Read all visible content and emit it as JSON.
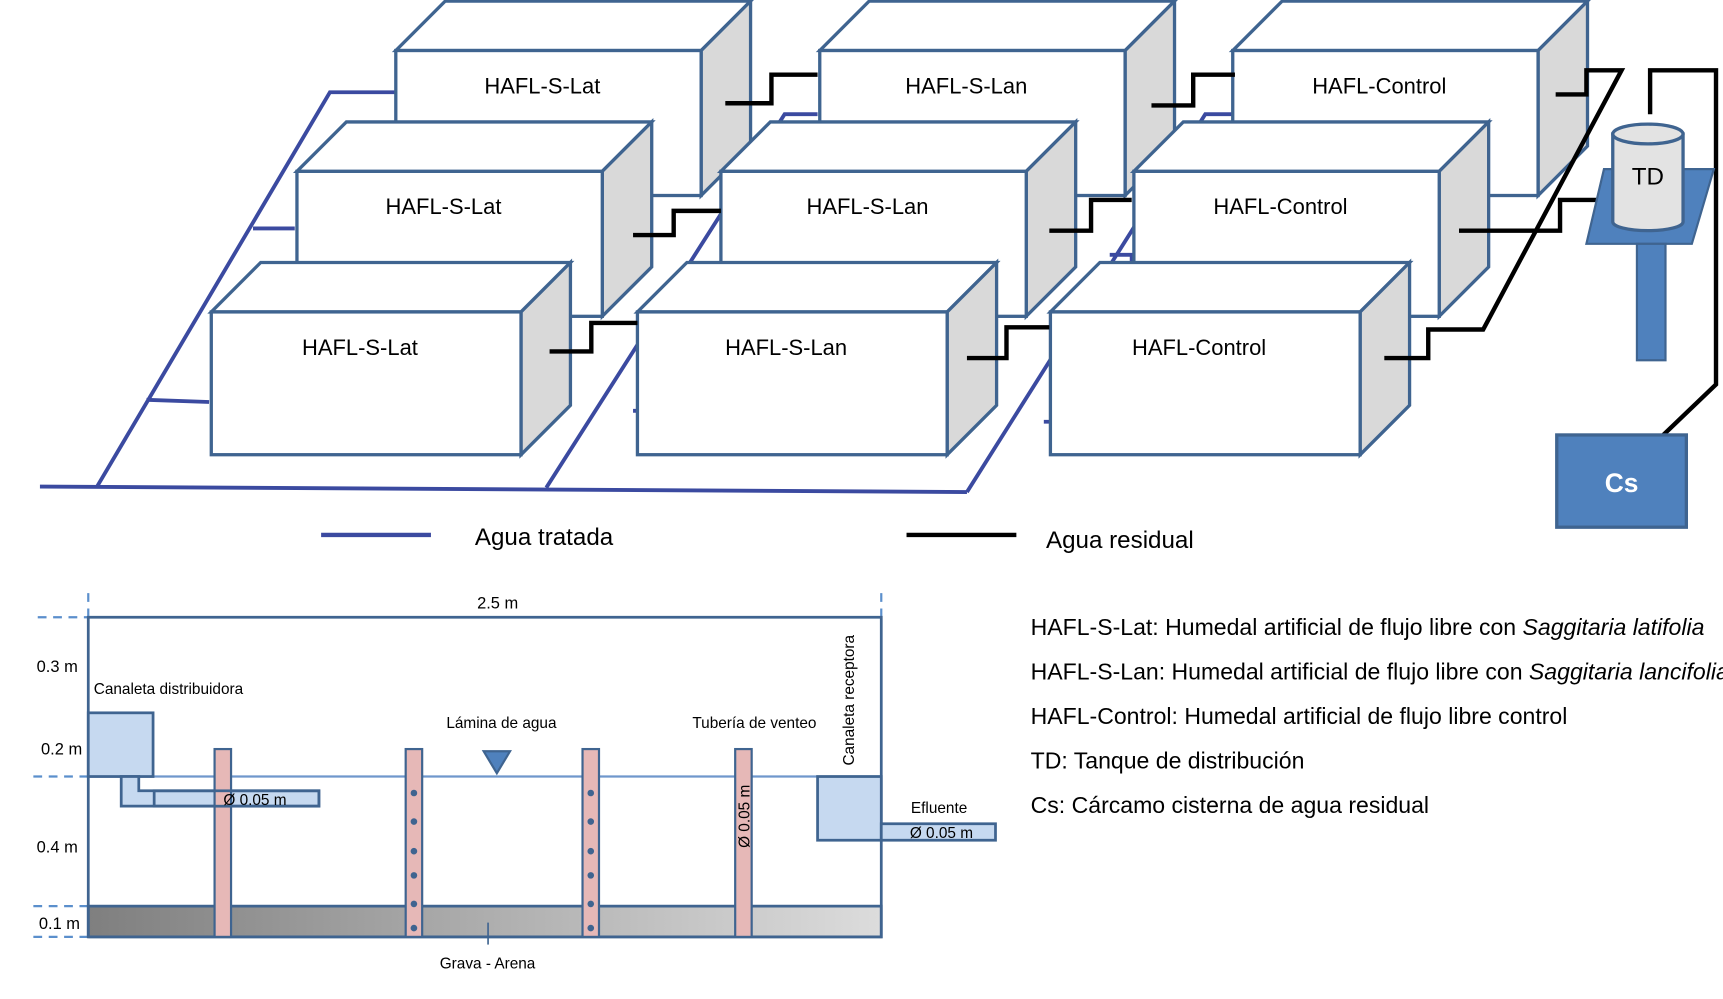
{
  "plan": {
    "units": [
      {
        "row": "back",
        "col": 1,
        "label": "HAFL-S-Lat"
      },
      {
        "row": "back",
        "col": 2,
        "label": "HAFL-S-Lan"
      },
      {
        "row": "back",
        "col": 3,
        "label": "HAFL-Control"
      },
      {
        "row": "middle",
        "col": 1,
        "label": "HAFL-S-Lat"
      },
      {
        "row": "middle",
        "col": 2,
        "label": "HAFL-S-Lan"
      },
      {
        "row": "middle",
        "col": 3,
        "label": "HAFL-Control"
      },
      {
        "row": "front",
        "col": 1,
        "label": "HAFL-S-Lat"
      },
      {
        "row": "front",
        "col": 2,
        "label": "HAFL-S-Lan"
      },
      {
        "row": "front",
        "col": 3,
        "label": "HAFL-Control"
      }
    ],
    "tank_label": "TD",
    "cistern_label": "Cs",
    "legend": {
      "treated": {
        "label": "Agua tratada",
        "color": "#3b4aa0"
      },
      "waste": {
        "label": "Agua residual",
        "color": "#000000"
      }
    }
  },
  "section": {
    "length_label": "2.5 m",
    "heights": [
      "0.3 m",
      "0.2 m",
      "0.4 m",
      "0.1 m"
    ],
    "inlet_channel_label": "Canaleta distribuidora",
    "inlet_pipe_label": "Ø 0.05 m",
    "water_surface_label": "Lámina de agua",
    "vent_pipe_label": "Tubería de venteo",
    "vent_pipe_diameter_label": "Ø 0.05 m",
    "outlet_channel_label": "Canaleta receptora",
    "effluent_label": "Efluente",
    "effluent_pipe_label": "Ø 0.05 m",
    "substrate_label": "Grava - Arena"
  },
  "definitions": [
    {
      "term": "HAFL-S-Lat",
      "text": ": Humedal artificial de flujo libre con ",
      "species": "Saggitaria latifolia"
    },
    {
      "term": "HAFL-S-Lan",
      "text": ": Humedal artificial de flujo libre con ",
      "species": "Saggitaria lancifolia"
    },
    {
      "term": "HAFL-Control",
      "text": ": Humedal artificial de flujo libre control",
      "species": ""
    },
    {
      "term": "TD",
      "text": ": Tanque de distribución",
      "species": ""
    },
    {
      "term": "Cs",
      "text": ": Cárcamo cisterna de agua residual",
      "species": ""
    }
  ],
  "colors": {
    "box_stroke": "#3f6490",
    "box_side": "#d9d9d9",
    "treated_line": "#3b4aa0",
    "tank_blue": "#4f81bd",
    "channel_fill": "#c6d9f0",
    "pipe_fill": "#e6b8b7"
  }
}
